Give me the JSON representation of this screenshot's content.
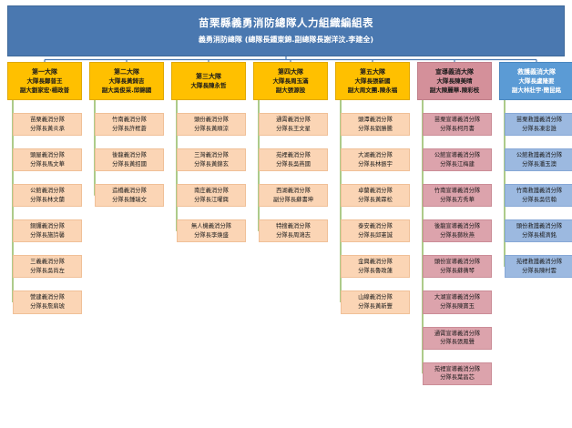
{
  "header": {
    "title": "苗栗縣義勇消防總隊人力組織編組表",
    "subtitle": "義勇消防總隊 (總隊長鍾東錦.副總隊長謝洋汶.李建全)"
  },
  "colors": {
    "title_bg": "#4a78b0",
    "brigade_head": "#ffc000",
    "brigade_node": "#fbd5b5",
    "promo_head": "#d4909a",
    "promo_node": "#dca3ac",
    "rescue_head": "#5b9bd5",
    "rescue_node": "#9cb9e0",
    "connector": "#8ab558"
  },
  "columns": [
    {
      "id": "brigade-1",
      "theme": "orange",
      "head": {
        "title": "第一大隊",
        "lines": [
          "大隊長鄭普王",
          "副大劉家宏‧楊政普"
        ]
      },
      "nodes": [
        {
          "name": "苗栗義消分隊",
          "leader": "分隊長黃炎承"
        },
        {
          "name": "頭屋義消分隊",
          "leader": "分隊長馬文華"
        },
        {
          "name": "公館義消分隊",
          "leader": "分隊長林文蘭"
        },
        {
          "name": "銅鑼義消分隊",
          "leader": "分隊長施詩馨"
        },
        {
          "name": "三義義消分隊",
          "leader": "分隊長吳尚左"
        },
        {
          "name": "營建義消分隊",
          "leader": "分隊長詹肩琥"
        }
      ]
    },
    {
      "id": "brigade-2",
      "theme": "orange",
      "head": {
        "title": "第二大隊",
        "lines": [
          "大隊長黃錡吉",
          "副大吳俊采.邱錦國"
        ]
      },
      "nodes": [
        {
          "name": "竹南義消分隊",
          "leader": "分隊長許框蒼"
        },
        {
          "name": "後龍義消分隊",
          "leader": "分隊長黃招國"
        },
        {
          "name": "造橋義消分隊",
          "leader": "分隊長鍾瑞文"
        }
      ]
    },
    {
      "id": "brigade-3",
      "theme": "orange",
      "head": {
        "title": "第三大隊",
        "lines": [
          "大隊長陳永哲"
        ]
      },
      "nodes": [
        {
          "name": "頭份義消分隊",
          "leader": "分隊長黃順涼"
        },
        {
          "name": "三灣義消分隊",
          "leader": "分隊長黃錦玄"
        },
        {
          "name": "南庄義消分隊",
          "leader": "分隊長江曜興"
        },
        {
          "name": "無人機義消分隊",
          "leader": "分隊長李煥盛"
        }
      ]
    },
    {
      "id": "brigade-4",
      "theme": "orange",
      "head": {
        "title": "第四大隊",
        "lines": [
          "大隊長周玉滿",
          "副大張源設"
        ]
      },
      "nodes": [
        {
          "name": "通霄義消分隊",
          "leader": "分隊長王文星"
        },
        {
          "name": "苑裡義消分隊",
          "leader": "分隊長吳燕國"
        },
        {
          "name": "西湖義消分隊",
          "leader": "副分隊長蘇書坤"
        },
        {
          "name": "特搜義消分隊",
          "leader": "分隊長周鴻志"
        }
      ]
    },
    {
      "id": "brigade-5",
      "theme": "orange",
      "head": {
        "title": "第五大隊",
        "lines": [
          "大隊長張新國",
          "副大周文團.陳永福"
        ]
      },
      "nodes": [
        {
          "name": "頭潭義消分隊",
          "leader": "分隊長劉勝騰"
        },
        {
          "name": "大湖義消分隊",
          "leader": "分隊長林振宇"
        },
        {
          "name": "卓蘭義消分隊",
          "leader": "分隊長黃霖松"
        },
        {
          "name": "泰安義消分隊",
          "leader": "分隊長邱憲誠"
        },
        {
          "name": "金興義消分隊",
          "leader": "分隊長魯政蓮"
        },
        {
          "name": "山線義消分隊",
          "leader": "分隊長黃新豐"
        }
      ]
    },
    {
      "id": "promotion-brigade",
      "theme": "pink",
      "head": {
        "title": "宣導義消大隊",
        "lines": [
          "大隊長陳美晴",
          "副大陳麗華.陳彩枝"
        ]
      },
      "nodes": [
        {
          "name": "苗栗宣導義消分隊",
          "leader": "分隊長柯月書"
        },
        {
          "name": "公館宣導義消分隊",
          "leader": "分隊長江梅建"
        },
        {
          "name": "竹南宣導義消分隊",
          "leader": "分隊長方秀華"
        },
        {
          "name": "後龍宣導義消分隊",
          "leader": "分隊長藝秋燕"
        },
        {
          "name": "頭份宣導義消分隊",
          "leader": "分隊長蘇蒨琴"
        },
        {
          "name": "大湖宣導義消分隊",
          "leader": "分隊長陳寶玉"
        },
        {
          "name": "通霄宣導義消分隊",
          "leader": "分隊長張鳳聲"
        },
        {
          "name": "苑裡宣導義消分隊",
          "leader": "分隊長葉昌芯"
        }
      ]
    },
    {
      "id": "rescue-brigade",
      "theme": "blue",
      "head": {
        "title": "救護義消大隊",
        "lines": [
          "大隊長盧隆要",
          "副大林壯宇‧簡昆銘"
        ]
      },
      "nodes": [
        {
          "name": "苗栗救護義消分隊",
          "leader": "分隊長凍忠誰"
        },
        {
          "name": "公館救護義消分隊",
          "leader": "分隊長潘玉澳"
        },
        {
          "name": "竹南救護義消分隊",
          "leader": "分隊長吳信翰"
        },
        {
          "name": "頭份救護義消分隊",
          "leader": "分隊長楊濟銘"
        },
        {
          "name": "苑裡救護義消分隊",
          "leader": "分隊長陳村雲"
        }
      ]
    }
  ]
}
